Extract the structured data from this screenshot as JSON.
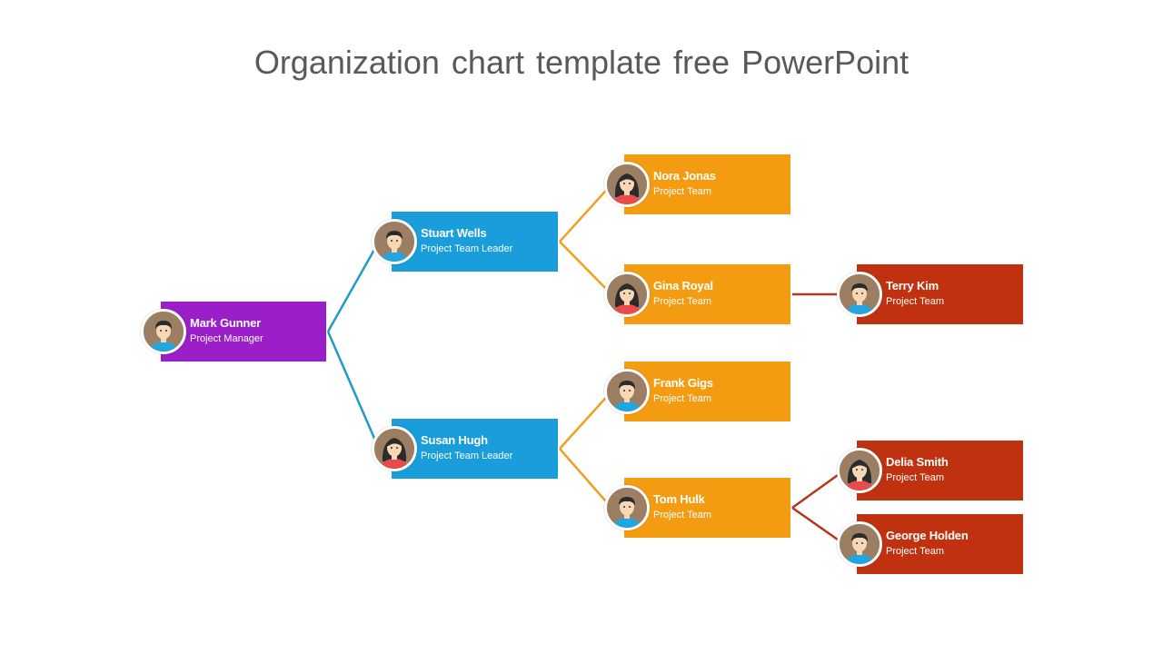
{
  "title": "Organization chart template free PowerPoint",
  "colors": {
    "manager": "#9b1fc8",
    "leader": "#1a9ddb",
    "team": "#f39c12",
    "member": "#c0310f",
    "line_blue": "#1f9bc7",
    "line_orange": "#f0a020",
    "line_red": "#b8341a"
  },
  "nodes": [
    {
      "id": "mark",
      "name": "Mark Gunner",
      "role": "Project Manager",
      "level": "manager",
      "gender": "male",
      "parent": null
    },
    {
      "id": "stuart",
      "name": "Stuart Wells",
      "role": "Project Team Leader",
      "level": "leader",
      "gender": "male",
      "parent": "mark"
    },
    {
      "id": "susan",
      "name": "Susan Hugh",
      "role": "Project Team Leader",
      "level": "leader",
      "gender": "female",
      "parent": "mark"
    },
    {
      "id": "nora",
      "name": "Nora Jonas",
      "role": "Project Team",
      "level": "team",
      "gender": "female",
      "parent": "stuart"
    },
    {
      "id": "gina",
      "name": "Gina Royal",
      "role": "Project Team",
      "level": "team",
      "gender": "female",
      "parent": "stuart"
    },
    {
      "id": "frank",
      "name": "Frank Gigs",
      "role": "Project Team",
      "level": "team",
      "gender": "male",
      "parent": "susan"
    },
    {
      "id": "tom",
      "name": "Tom Hulk",
      "role": "Project Team",
      "level": "team",
      "gender": "male",
      "parent": "susan"
    },
    {
      "id": "terry",
      "name": "Terry Kim",
      "role": "Project Team",
      "level": "member",
      "gender": "male",
      "parent": "gina"
    },
    {
      "id": "delia",
      "name": "Delia Smith",
      "role": "Project Team",
      "level": "member",
      "gender": "female",
      "parent": "tom"
    },
    {
      "id": "george",
      "name": "George Holden",
      "role": "Project Team",
      "level": "member",
      "gender": "male",
      "parent": "tom"
    }
  ]
}
